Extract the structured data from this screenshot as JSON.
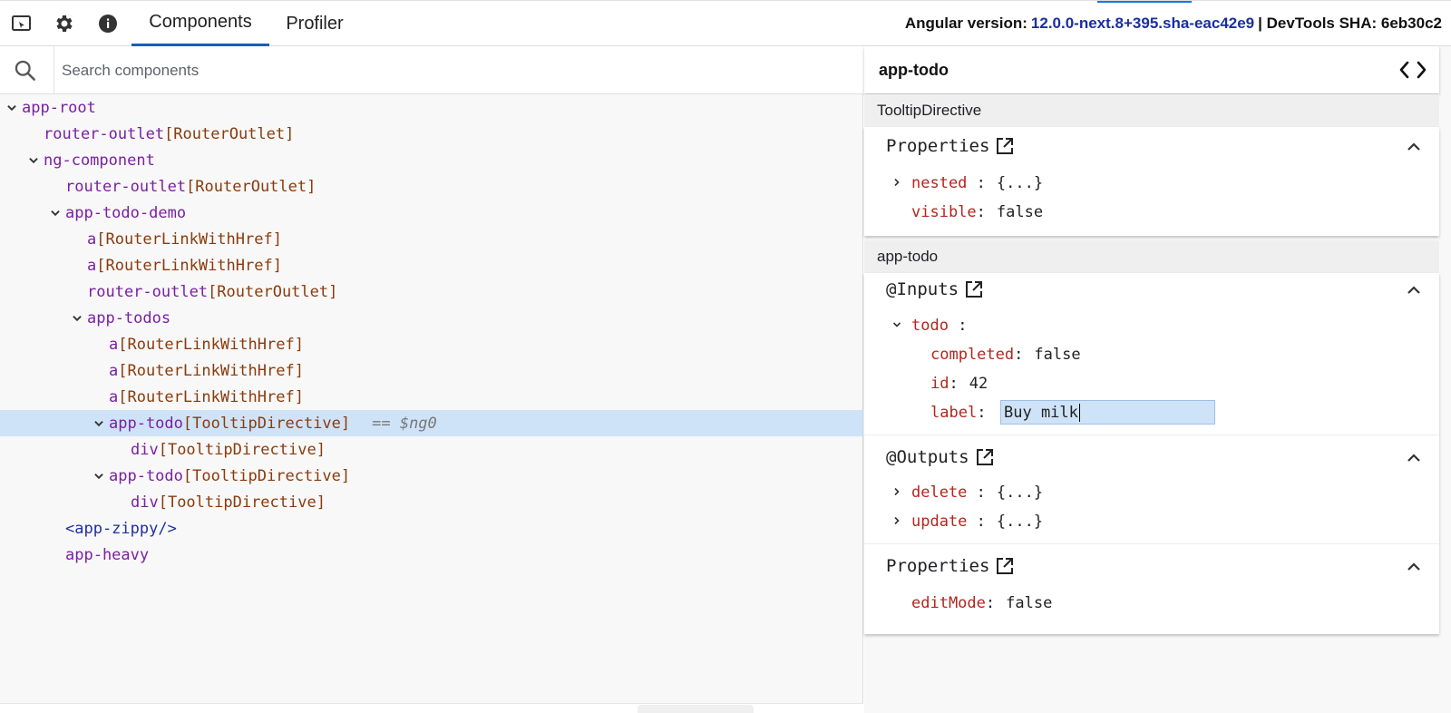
{
  "topbar": {
    "tabs": [
      {
        "label": "Components",
        "active": true
      },
      {
        "label": "Profiler",
        "active": false
      }
    ],
    "version_prefix": "Angular version:",
    "version_value": "12.0.0-next.8+395.sha-eac42e9",
    "version_suffix": "| DevTools SHA: 6eb30c2",
    "icons": [
      "inspect-element-icon",
      "gear-icon",
      "info-icon"
    ]
  },
  "search": {
    "placeholder": "Search components"
  },
  "tree": {
    "nodes": [
      {
        "tag": "app-root",
        "dir": "",
        "expanded": true
      },
      {
        "tag": "router-outlet",
        "dir": "[RouterOutlet]"
      },
      {
        "tag": "ng-component",
        "dir": "",
        "expanded": true
      },
      {
        "tag": "router-outlet",
        "dir": "[RouterOutlet]"
      },
      {
        "tag": "app-todo-demo",
        "dir": "",
        "expanded": true
      },
      {
        "tag": "a",
        "dir": "[RouterLinkWithHref]"
      },
      {
        "tag": "a",
        "dir": "[RouterLinkWithHref]"
      },
      {
        "tag": "router-outlet",
        "dir": "[RouterOutlet]"
      },
      {
        "tag": "app-todos",
        "dir": "",
        "expanded": true
      },
      {
        "tag": "a",
        "dir": "[RouterLinkWithHref]"
      },
      {
        "tag": "a",
        "dir": "[RouterLinkWithHref]"
      },
      {
        "tag": "a",
        "dir": "[RouterLinkWithHref]"
      },
      {
        "tag": "app-todo",
        "dir": "[TooltipDirective]",
        "expanded": true,
        "selected": true,
        "ref": "== $ng0"
      },
      {
        "tag": "div",
        "dir": "[TooltipDirective]"
      },
      {
        "tag": "app-todo",
        "dir": "[TooltipDirective]",
        "expanded": true
      },
      {
        "tag": "div",
        "dir": "[TooltipDirective]"
      },
      {
        "tag": "<app-zippy/>",
        "dir": ""
      },
      {
        "tag": "app-heavy",
        "dir": ""
      }
    ]
  },
  "details": {
    "title": "app-todo",
    "tooltip_directive": {
      "header": "TooltipDirective",
      "properties_title": "Properties",
      "props": [
        {
          "key": "nested",
          "colon": ":",
          "value": "{...}"
        },
        {
          "key": "visible",
          "colon": ":",
          "value": "false"
        }
      ]
    },
    "app_todo": {
      "header": "app-todo",
      "inputs_title": "@Inputs",
      "inputs": {
        "todo_key": "todo",
        "todo_colon": ":",
        "completed_key": "completed",
        "completed_value": "false",
        "id_key": "id",
        "id_value": "42",
        "label_key": "label",
        "label_value": "Buy milk"
      },
      "outputs_title": "@Outputs",
      "outputs": [
        {
          "key": "delete",
          "colon": ":",
          "value": "{...}"
        },
        {
          "key": "update",
          "colon": ":",
          "value": "{...}"
        }
      ],
      "properties_title": "Properties",
      "props": [
        {
          "key": "editMode",
          "colon": ":",
          "value": "false"
        }
      ]
    }
  },
  "colors": {
    "accent": "#1a5fb4",
    "selection": "#cfe3f8",
    "tag": "#7b1fa2",
    "directive": "#8a3b0c",
    "prop_key": "#b3261e"
  }
}
